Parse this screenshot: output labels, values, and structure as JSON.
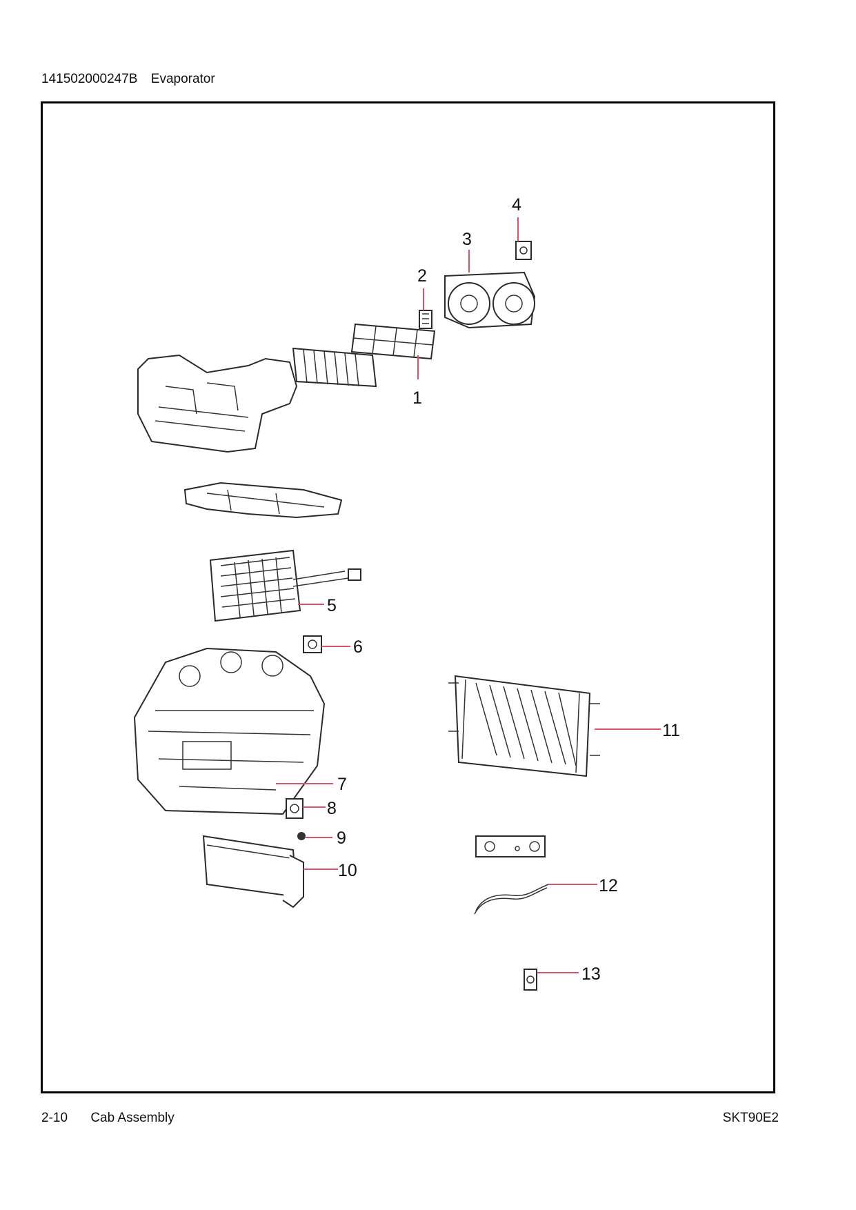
{
  "header": {
    "part_number": "141502000247B",
    "title": "Evaporator"
  },
  "callouts": {
    "c1": "1",
    "c2": "2",
    "c3": "3",
    "c4": "4",
    "c5": "5",
    "c6": "6",
    "c7": "7",
    "c8": "8",
    "c9": "9",
    "c10": "10",
    "c11": "11",
    "c12": "12",
    "c13": "13"
  },
  "footer": {
    "page": "2-10",
    "section": "Cab Assembly",
    "model": "SKT90E2"
  },
  "colors": {
    "leader_line": "#e0506a",
    "frame": "#000000"
  }
}
